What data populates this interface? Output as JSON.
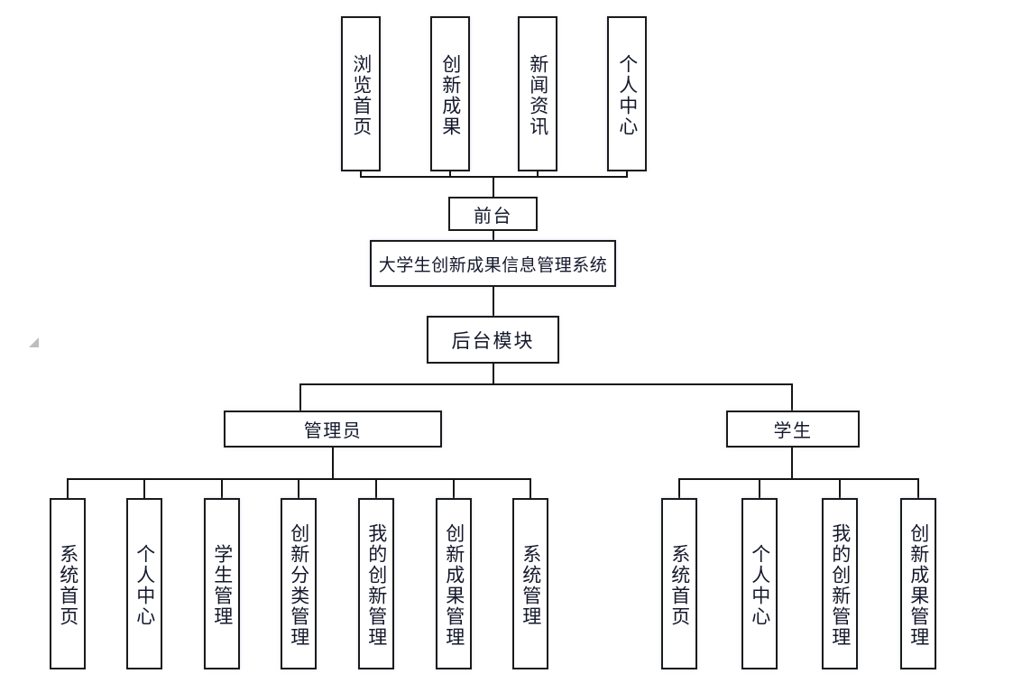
{
  "diagram": {
    "type": "tree-hierarchy",
    "root": {
      "label": "大学生创新成果信息管理系统"
    },
    "frontend": {
      "label": "前台",
      "children": [
        {
          "label": "浏览首页"
        },
        {
          "label": "创新成果"
        },
        {
          "label": "新闻资讯"
        },
        {
          "label": "个人中心"
        }
      ]
    },
    "backend": {
      "label": "后台模块",
      "roles": [
        {
          "label": "管理员",
          "children": [
            {
              "label": "系统首页"
            },
            {
              "label": "个人中心"
            },
            {
              "label": "学生管理"
            },
            {
              "label": "创新分类管理"
            },
            {
              "label": "我的创新管理"
            },
            {
              "label": "创新成果管理"
            },
            {
              "label": "系统管理"
            }
          ]
        },
        {
          "label": "学生",
          "children": [
            {
              "label": "系统首页"
            },
            {
              "label": "个人中心"
            },
            {
              "label": "我的创新管理"
            },
            {
              "label": "创新成果管理"
            }
          ]
        }
      ]
    },
    "marker": {
      "name": "corner-triangle-marker"
    },
    "colors": {
      "line": "#141414",
      "border": "#1b1b1b",
      "text": "#14182b",
      "background": "#ffffff",
      "marker": "#bdbdbd"
    }
  }
}
